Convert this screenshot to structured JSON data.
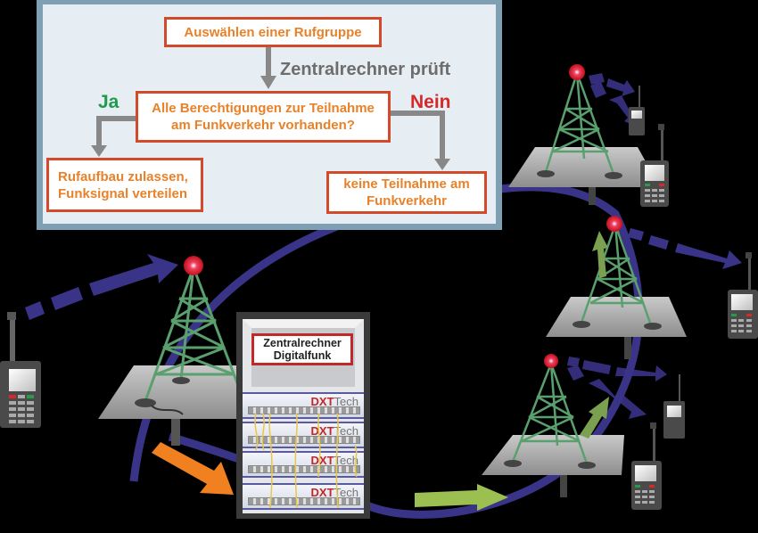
{
  "flowchart": {
    "step1": "Auswählen einer Rufgruppe",
    "check_label": "Zentralrechner prüft",
    "decision_line1": "Alle Berechtigungen zur Teilnahme",
    "decision_line2": "am Funkverkehr vorhanden?",
    "yes_label": "Ja",
    "no_label": "Nein",
    "yes_result_line1": "Rufaufbau zulassen,",
    "yes_result_line2": "Funksignal verteilen",
    "no_result_line1": "keine Teilnahme am",
    "no_result_line2": "Funkverkehr"
  },
  "server": {
    "label_line1": "Zentralrechner",
    "label_line2": "Digitalfunk",
    "units": [
      {
        "brand_red": "DXT",
        "brand_gray": "Tech"
      },
      {
        "brand_red": "DXT",
        "brand_gray": "Tech"
      },
      {
        "brand_red": "DXT",
        "brand_gray": "Tech"
      },
      {
        "brand_red": "DXT",
        "brand_gray": "Tech"
      }
    ]
  },
  "colors": {
    "box_border": "#d34a2a",
    "box_text": "#e8822a",
    "yes": "#1e9a4a",
    "no": "#d42a2a",
    "gray_text": "#6d6d6d",
    "network_line": "#3a3488",
    "tower": "#5aa06e",
    "arrow_in": "#f08020",
    "arrow_out": "#9bbf50"
  }
}
